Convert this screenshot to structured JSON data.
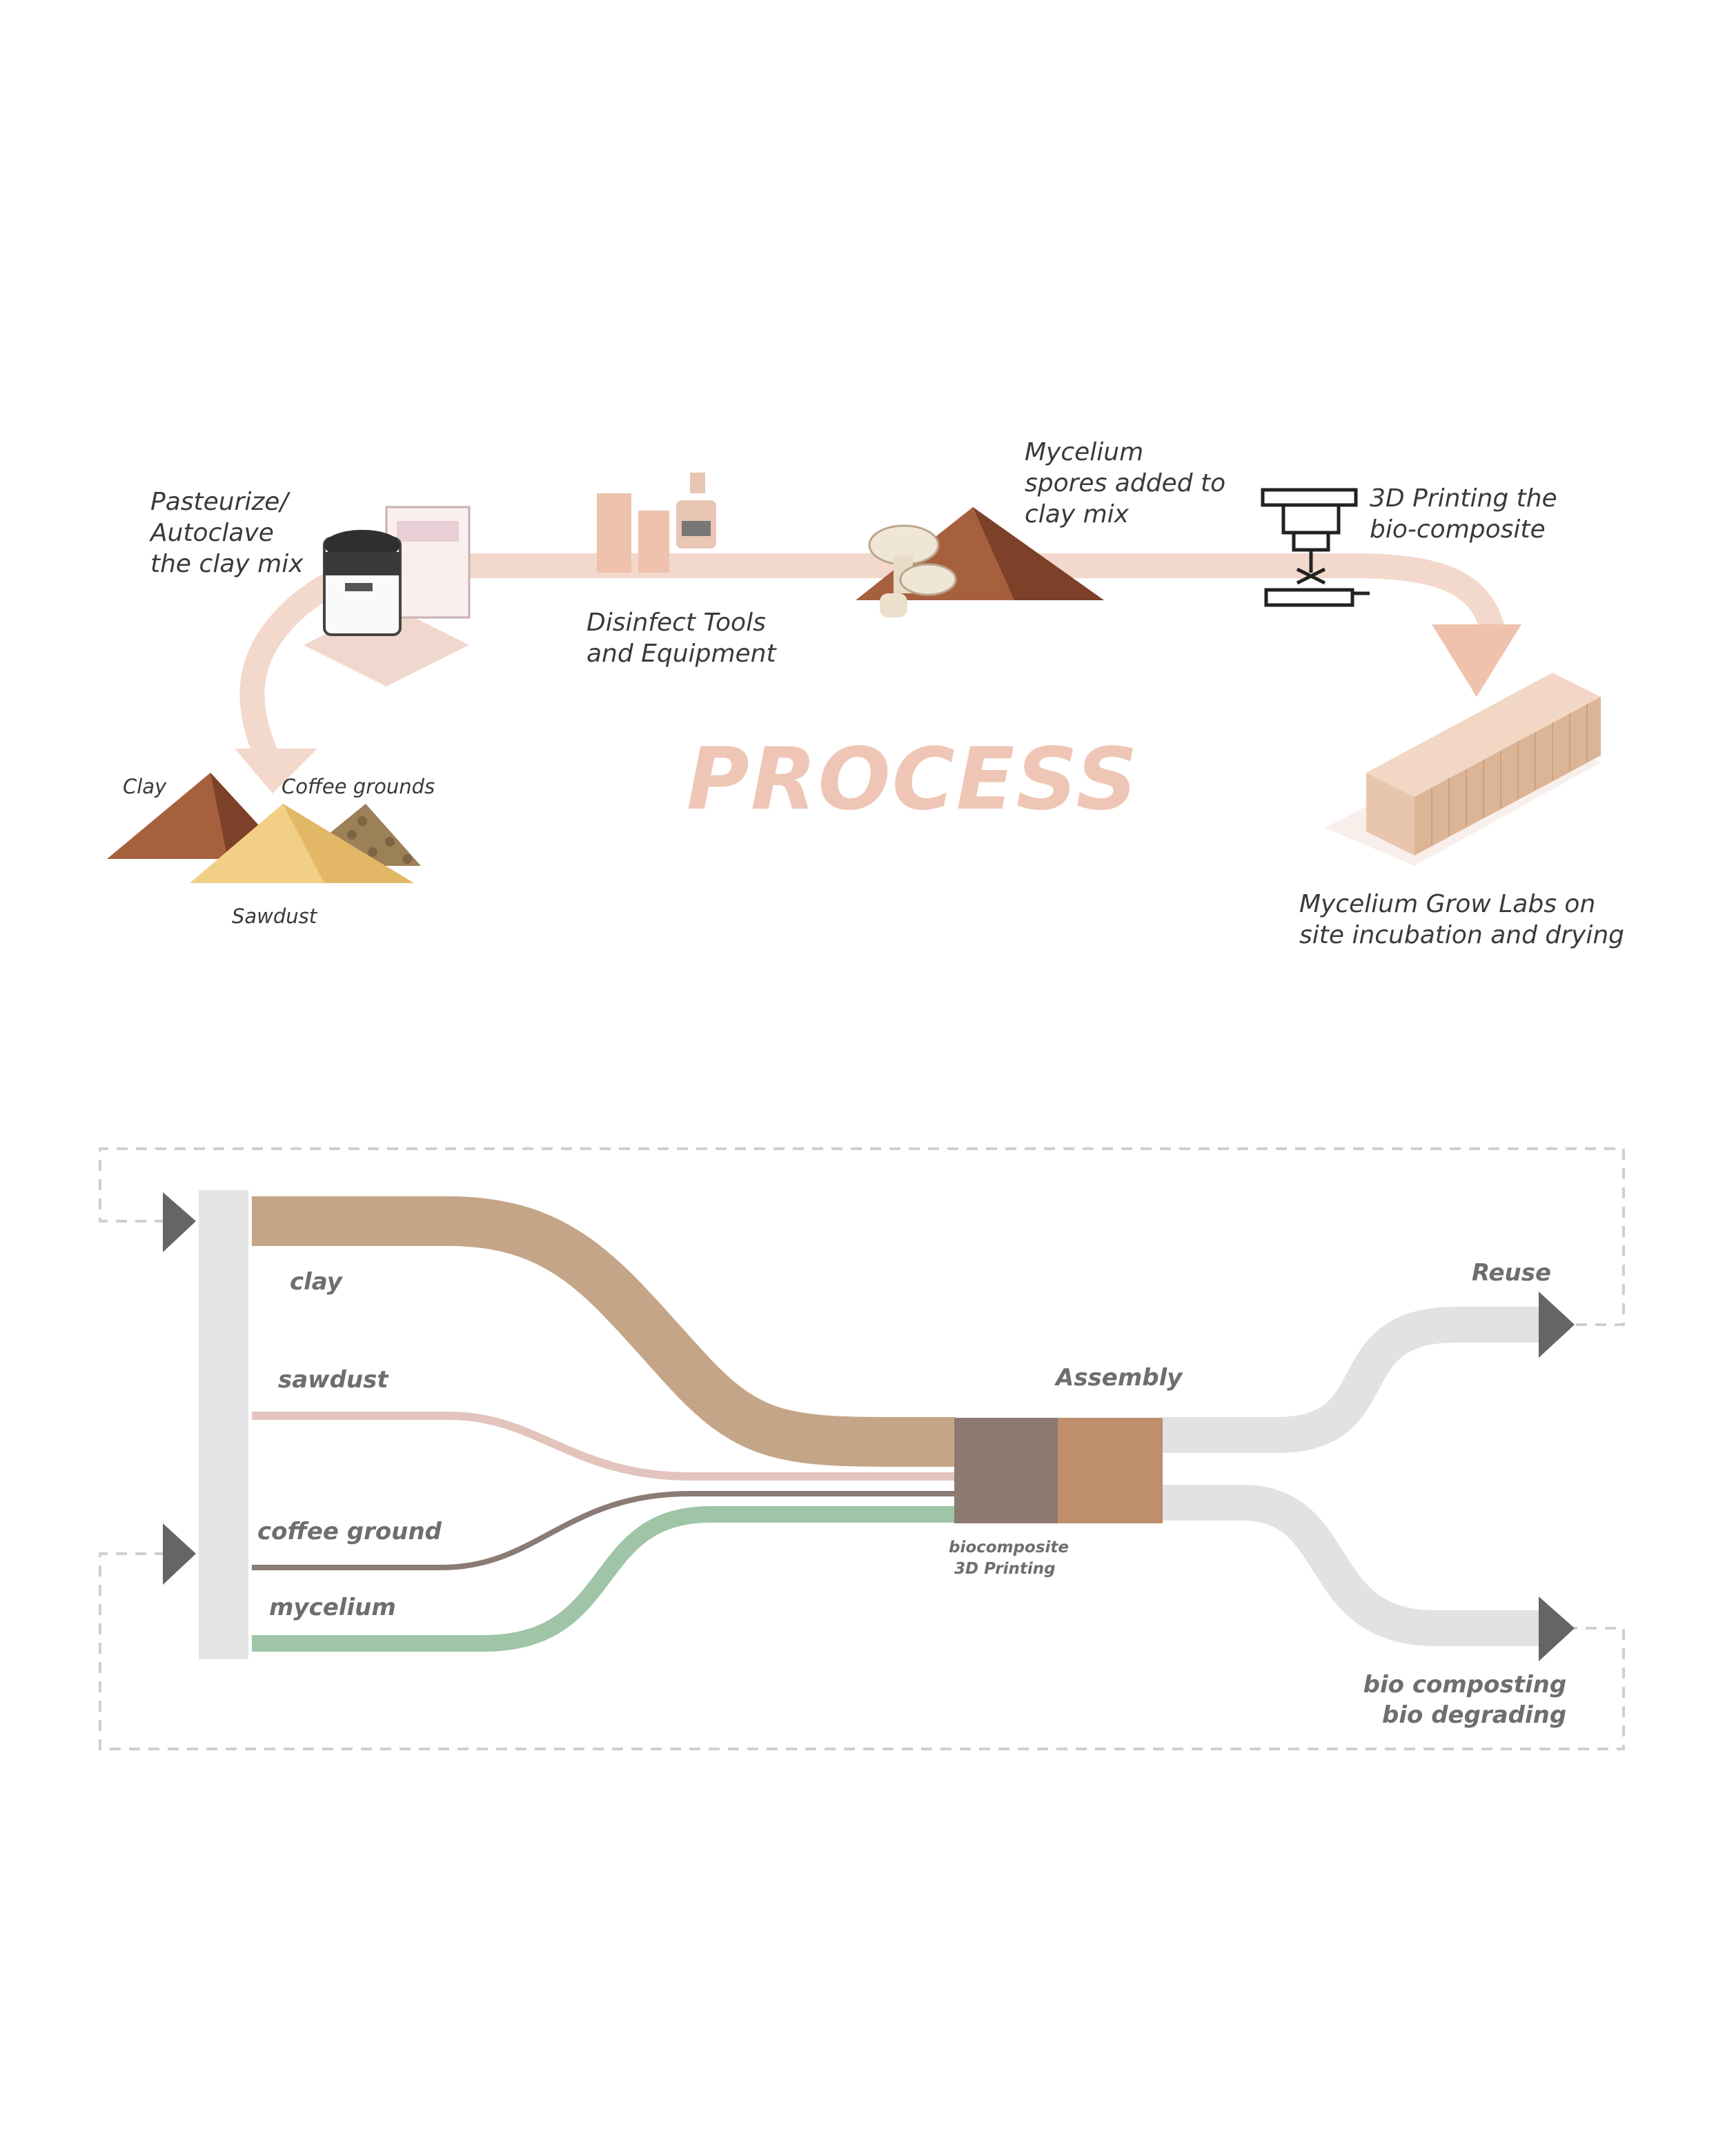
{
  "process": {
    "title": "PROCESS",
    "steps": {
      "pasteurize": [
        "Pasteurize/",
        "Autoclave",
        "the clay mix"
      ],
      "disinfect": [
        "Disinfect Tools",
        "and Equipment"
      ],
      "mycelium_spores": [
        "Mycelium",
        "spores added to",
        "clay mix"
      ],
      "printing": [
        "3D Printing the",
        "bio-composite"
      ],
      "grow_labs": [
        "Mycelium Grow Labs on",
        "site incubation and drying"
      ]
    },
    "materials": {
      "clay": "Clay",
      "coffee": "Coffee grounds",
      "sawdust": "Sawdust"
    }
  },
  "flow": {
    "inputs": [
      "clay",
      "sawdust",
      "coffee ground",
      "mycelium"
    ],
    "assembly": "Assembly",
    "node_caption": [
      "biocomposite",
      "3D Printing"
    ],
    "outputs": {
      "reuse": "Reuse",
      "compost": [
        "bio composting",
        "bio degrading"
      ]
    }
  },
  "colors": {
    "clay": "#c4a587",
    "sawdust": "#e3c4bc",
    "coffee": "#8b7b74",
    "mycelium": "#9fc4a6",
    "output": "#e2e2e2",
    "arrow": "#656565",
    "process_arrow": "#f3d8cc",
    "title": "#efc6b6"
  }
}
